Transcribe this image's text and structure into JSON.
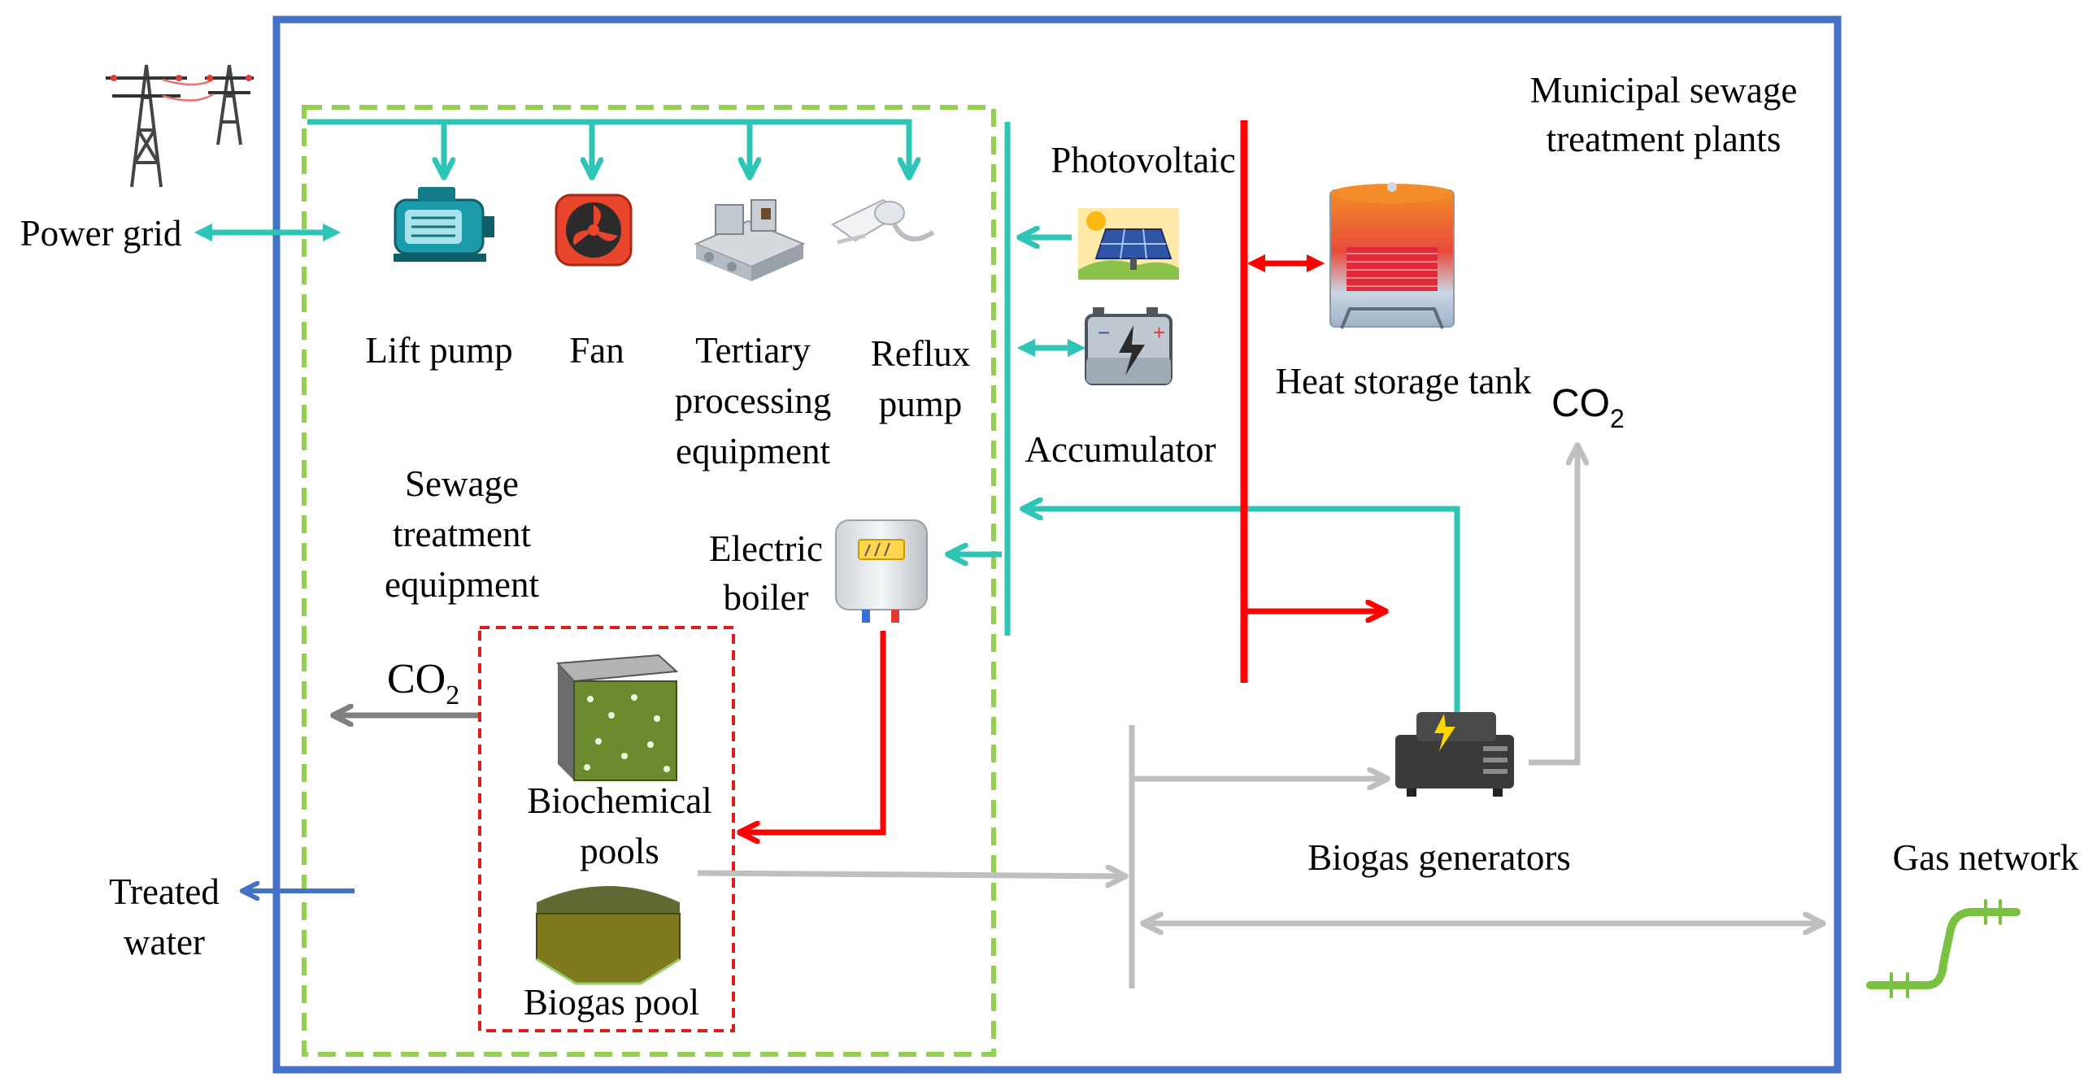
{
  "labels": {
    "municipal_1": "Municipal sewage",
    "municipal_2": "treatment plants",
    "power_grid": "Power grid",
    "lift_pump": "Lift pump",
    "fan": "Fan",
    "tertiary_1": "Tertiary",
    "tertiary_2": "processing",
    "tertiary_3": "equipment",
    "reflux_1": "Reflux",
    "reflux_2": "pump",
    "photovoltaic": "Photovoltaic",
    "accumulator": "Accumulator",
    "heat_storage_tank": "Heat storage tank",
    "co2_top": "CO",
    "co2_top_sub": "2",
    "sewage_1": "Sewage",
    "sewage_2": "treatment",
    "sewage_3": "equipment",
    "electric_boiler_1": "Electric",
    "electric_boiler_2": "boiler",
    "co2_left": "CO",
    "co2_left_sub": "2",
    "biochemical_1": "Biochemical",
    "biochemical_2": "pools",
    "biogas_pool": "Biogas pool",
    "biogas_generators": "Biogas generators",
    "gas_network": "Gas network",
    "treated_water_1": "Treated",
    "treated_water_2": "water"
  },
  "colors": {
    "plant_border": "#4472C4",
    "sewage_border": "#92D050",
    "anaerobic_border": "#E31A1C",
    "electric_flow": "#2EC4B6",
    "heat_flow": "#FF0000",
    "gas_flow": "#BFBFBF",
    "co2_flow": "#7F7F7F",
    "water_flow": "#4472C4"
  },
  "icons": {
    "power_grid": "transmission-tower-icon",
    "lift_pump": "motor-pump-icon",
    "fan": "fan-icon",
    "tertiary": "processing-equipment-icon",
    "reflux_pump": "reflux-pump-icon",
    "photovoltaic": "solar-panel-icon",
    "accumulator": "battery-icon",
    "heat_storage_tank": "heat-storage-tank-icon",
    "electric_boiler": "electric-boiler-icon",
    "biochemical_pools": "biochemical-pool-icon",
    "biogas_pool": "biogas-pool-icon",
    "biogas_generators": "generator-icon",
    "gas_network": "gas-pipe-icon"
  }
}
